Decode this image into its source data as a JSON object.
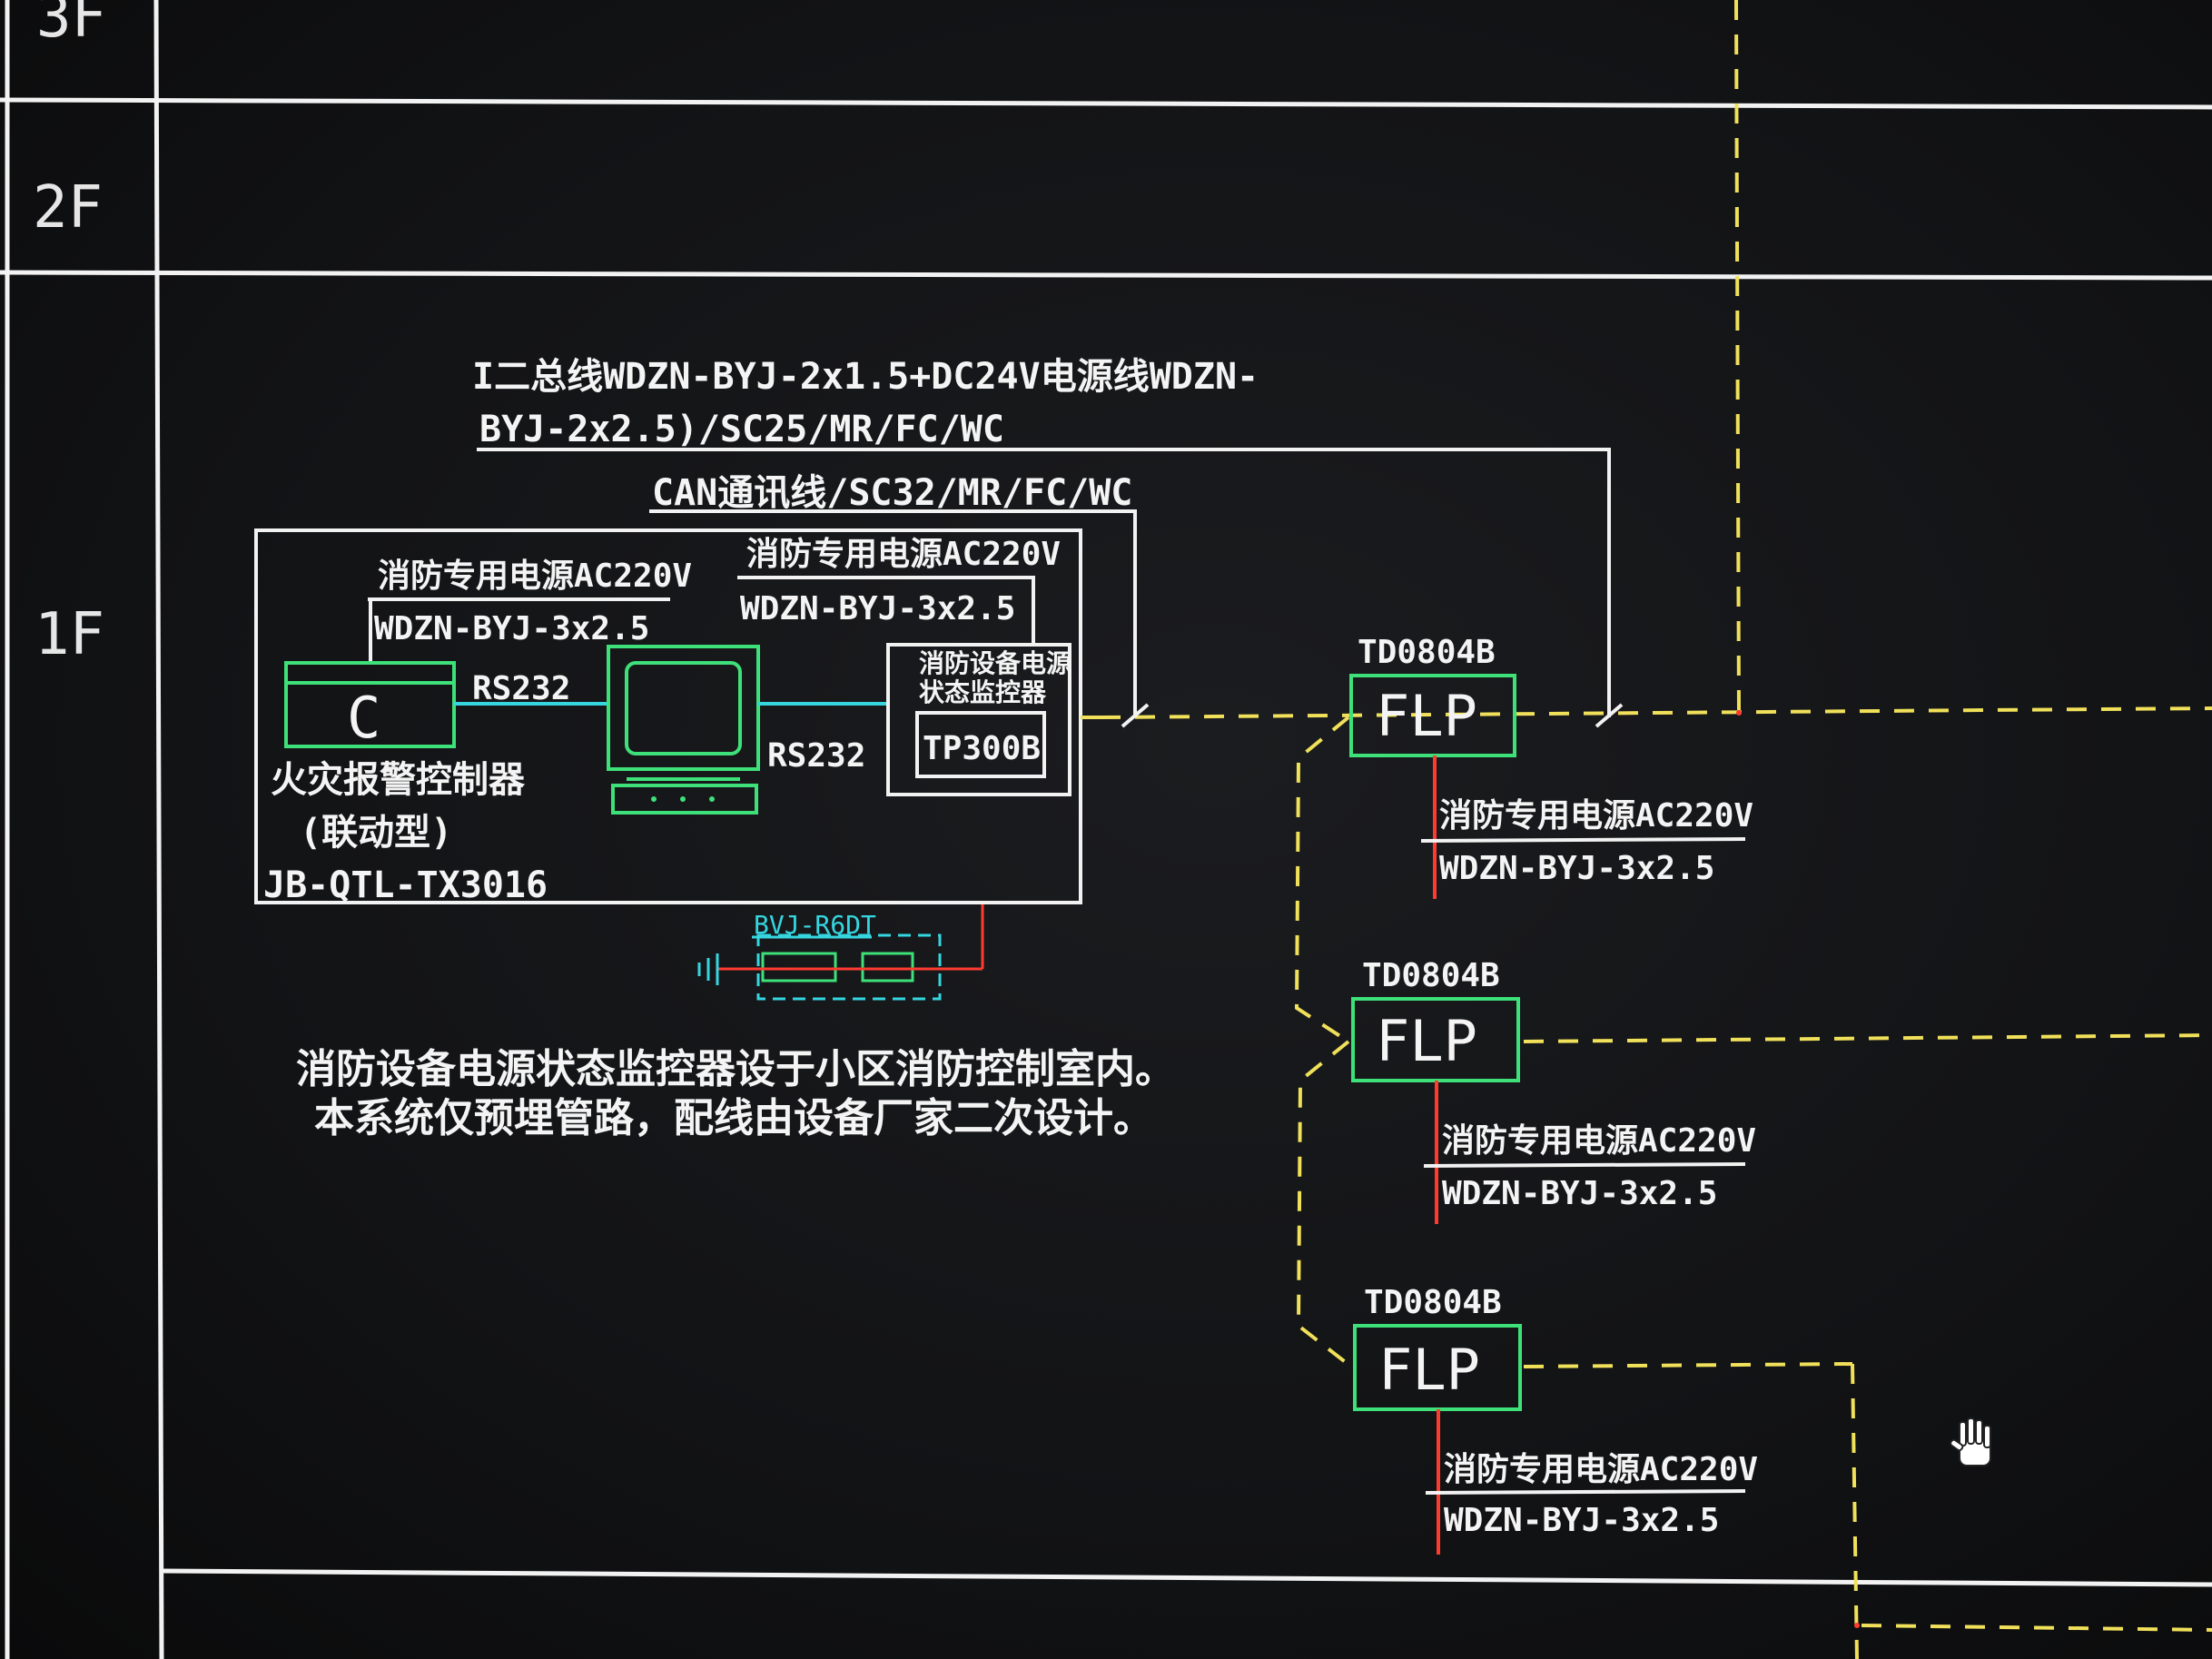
{
  "floors": {
    "f3": "3F",
    "f2": "2F",
    "f1": "1F"
  },
  "bus_cable": {
    "line1": "I二总线WDZN-BYJ-2x1.5+DC24V电源线WDZN-",
    "line2": "BYJ-2x2.5)/SC25/MR/FC/WC"
  },
  "can_cable": "CAN通讯线/SC32/MR/FC/WC",
  "controller": {
    "power_label": "消防专用电源AC220V",
    "power_cable": "WDZN-BYJ-3x2.5",
    "rs232_a": "RS232",
    "symbol": "C",
    "name": "火灾报警控制器",
    "name_sub": "(联动型)",
    "model": "JB-QTL-TX3016"
  },
  "monitor_host": {
    "power_label": "消防专用电源AC220V",
    "power_cable": "WDZN-BYJ-3x2.5",
    "rs232_b": "RS232",
    "device_name_1": "消防设备电源",
    "device_name_2": "状态监控器",
    "device_model": "TP300B"
  },
  "ground_box_label": "BVJ-R6DT",
  "flp_units": [
    {
      "model": "TD0804B",
      "label": "FLP",
      "power_label": "消防专用电源AC220V",
      "power_cable": "WDZN-BYJ-3x2.5"
    },
    {
      "model": "TD0804B",
      "label": "FLP",
      "power_label": "消防专用电源AC220V",
      "power_cable": "WDZN-BYJ-3x2.5"
    },
    {
      "model": "TD0804B",
      "label": "FLP",
      "power_label": "消防专用电源AC220V",
      "power_cable": "WDZN-BYJ-3x2.5"
    }
  ],
  "notes": {
    "line1": "消防设备电源状态监控器设于小区消防控制室内。",
    "line2": "本系统仅预埋管路，配线由设备厂家二次设计。"
  },
  "colors": {
    "frame": "#f2f2f2",
    "green": "#3ee07a",
    "yellow": "#f0e05a",
    "red": "#ff3b30",
    "cyan": "#35d6e0",
    "background": "#121315"
  },
  "icons": {
    "cursor": "hand-pan-icon",
    "monitor": "computer-monitor-icon",
    "ground": "ground-symbol-icon"
  }
}
